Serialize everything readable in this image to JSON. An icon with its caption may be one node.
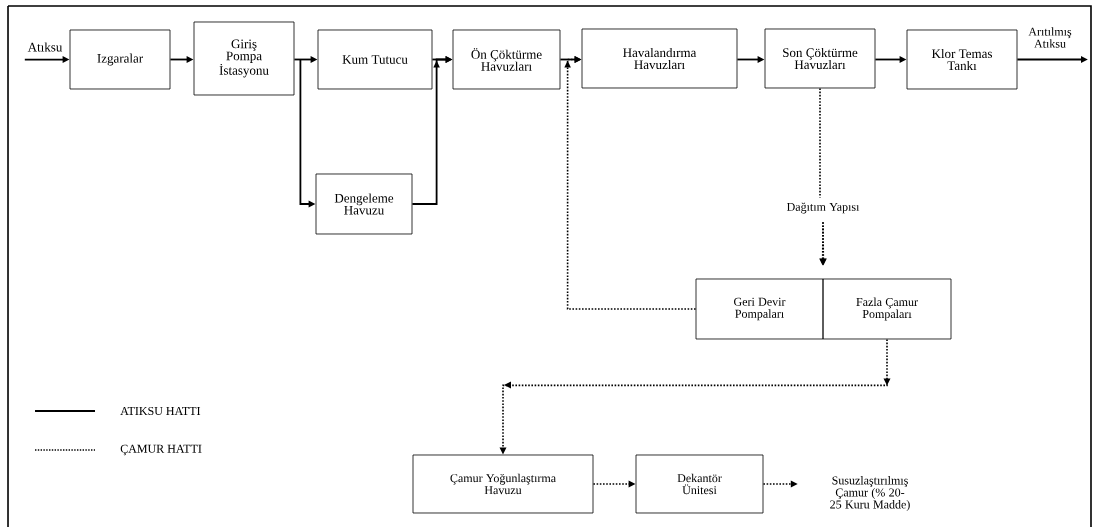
{
  "diagram": {
    "nodes": [
      {
        "text": [
          "Atıksu"
        ]
      },
      {
        "text": [
          "Izgaralar"
        ]
      },
      {
        "text": [
          "Giriş Pompa İstasyonu"
        ]
      },
      {
        "text": [
          "Kum Tutucu"
        ]
      },
      {
        "text": [
          "Dengeleme Havuzu"
        ]
      },
      {
        "text": [
          "Ön Çöktürme Havuzları"
        ]
      },
      {
        "text": [
          "Havalandırma Havuzları"
        ]
      },
      {
        "text": [
          "Son Çöktürme Havuzları"
        ]
      },
      {
        "text": [
          "Klor Temas Tankı"
        ]
      },
      {
        "text": [
          "Arıtılmış Atıksu"
        ]
      },
      {
        "text": [
          "Dağıtım Yapısı"
        ]
      },
      {
        "text": [
          "Geri Devir Pompaları"
        ]
      },
      {
        "text": [
          "Fazla Çamur Pompaları"
        ]
      },
      {
        "text": [
          "Çamur Yoğunlaştırma Havuzu"
        ]
      },
      {
        "text": [
          "Dekantör Ünitesi"
        ]
      },
      {
        "text": [
          "Susuzlaştırılmış Çamur (% 20-25 Kuru Madde)"
        ]
      }
    ],
    "edges": [
      {
        "from": 0,
        "to": 1,
        "arrow": "to"
      },
      {
        "from": 1,
        "to": 2,
        "arrow": "to"
      },
      {
        "from": 2,
        "to": 3,
        "arrow": "to"
      },
      {
        "from": 2,
        "to": 4,
        "arrow": "to"
      },
      {
        "from": 3,
        "to": 5,
        "arrow": "to"
      },
      {
        "from": 4,
        "to": 5,
        "arrow": "to"
      },
      {
        "from": 5,
        "to": 6,
        "arrow": "to"
      },
      {
        "from": 6,
        "to": 7,
        "arrow": "to"
      },
      {
        "from": 7,
        "to": 8,
        "arrow": "to"
      },
      {
        "from": 8,
        "to": 9,
        "arrow": "to"
      },
      {
        "from": 7,
        "to": 10,
        "arrow": "none",
        "style": "dashed"
      },
      {
        "from": 10,
        "to": 11,
        "arrow": "to",
        "style": "dashed"
      },
      {
        "from": 10,
        "to": 12,
        "arrow": "to",
        "style": "dashed"
      },
      {
        "from": 11,
        "to": 6,
        "arrow": "to",
        "style": "dashed"
      },
      {
        "from": 12,
        "to": 13,
        "arrow": "to",
        "style": "dashed"
      },
      {
        "from": 13,
        "to": 14,
        "arrow": "to",
        "style": "dashed"
      },
      {
        "from": 14,
        "to": 15,
        "arrow": "to",
        "style": "dashed"
      }
    ],
    "legend": [
      {
        "text": "ATIKSU HATTI"
      },
      {
        "text": "ÇAMUR HATTI"
      }
    ]
  }
}
